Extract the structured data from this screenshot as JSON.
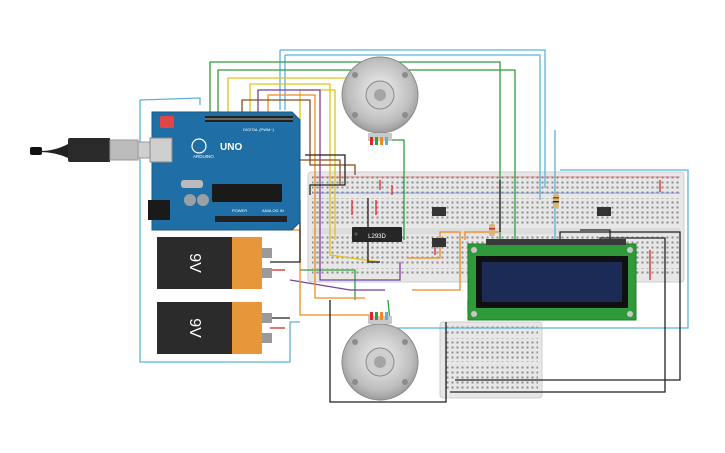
{
  "arduino": {
    "board_text": "UNO",
    "brand_text": "ARDUINO",
    "digital_text": "DIGITAL (PWM~)",
    "power_text": "POWER",
    "analog_text": "ANALOG IN",
    "board_color": "#1f6fa6"
  },
  "driver_chip": {
    "label": "L293D"
  },
  "batteries": [
    {
      "label": "9V"
    },
    {
      "label": "9V"
    }
  ],
  "lcd": {
    "screen_color": "#1b2b55",
    "board_color": "#2f9a3a"
  },
  "wire_colors": {
    "red": "#d62b2b",
    "black": "#222222",
    "green": "#2e9e3e",
    "orange": "#f08a1c",
    "yellow": "#e3c318",
    "blue": "#5cb3d6",
    "purple": "#7b3fa0",
    "brown": "#8a4b1e"
  }
}
